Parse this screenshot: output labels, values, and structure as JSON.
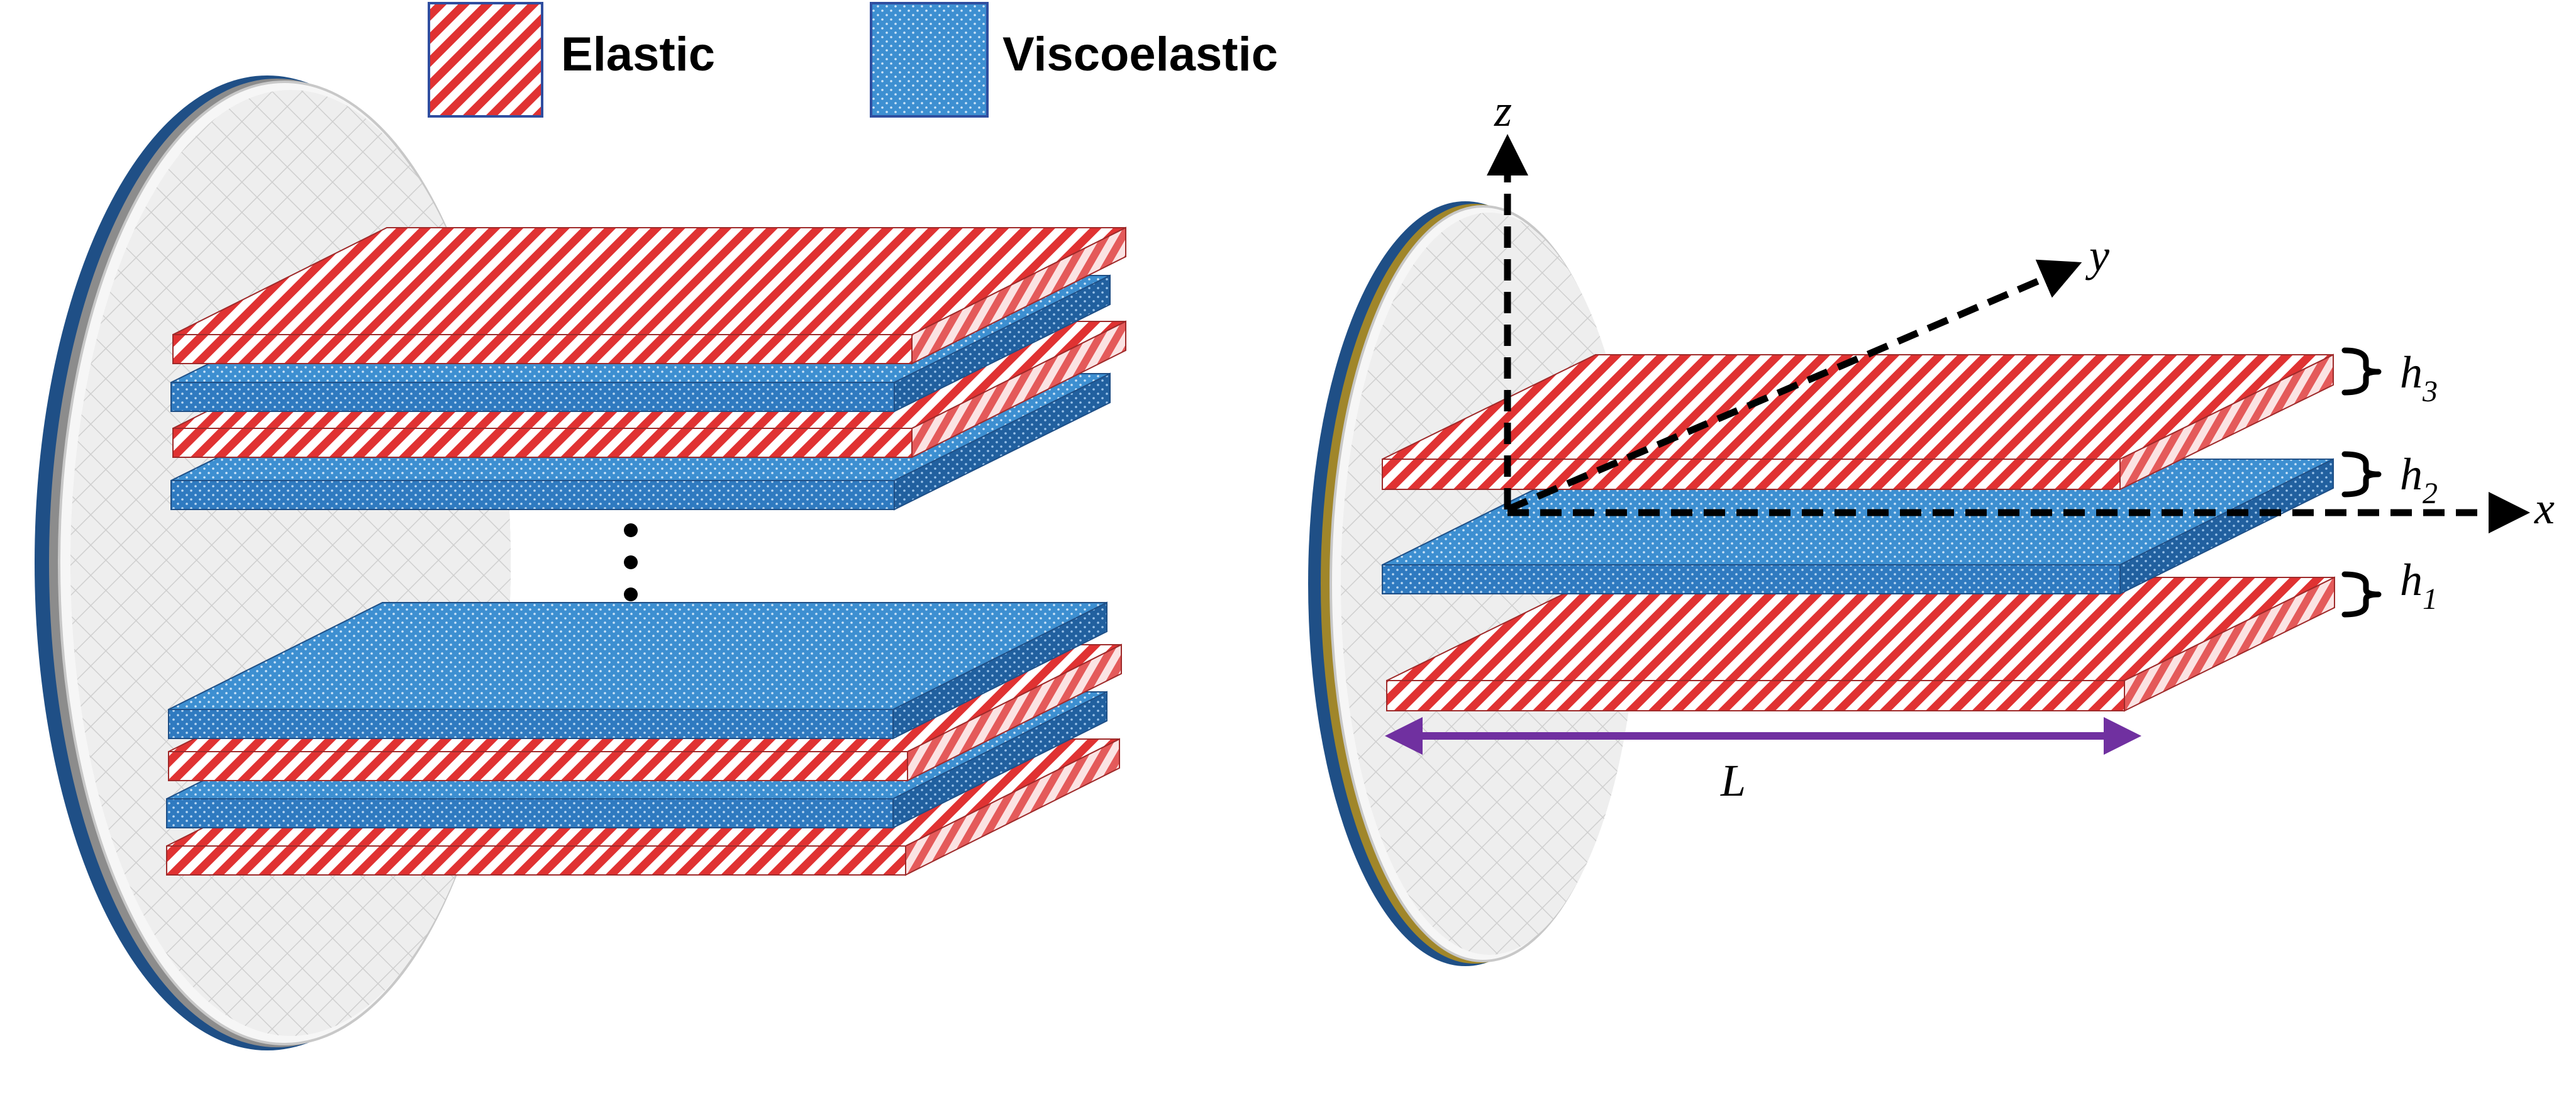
{
  "legend": {
    "elastic_label": "Elastic",
    "viscoelastic_label": "Viscoelastic"
  },
  "axes": {
    "z_label": "z",
    "y_label": "y",
    "x_label": "x"
  },
  "thickness_labels": [
    {
      "symbol": "h",
      "subscript": "3"
    },
    {
      "symbol": "h",
      "subscript": "2"
    },
    {
      "symbol": "h",
      "subscript": "1"
    }
  ],
  "length_label": "L",
  "colors": {
    "elastic_stripe": "#e03232",
    "elastic_base": "#ffffff",
    "viscoelastic_top": "#3d8fd1",
    "viscoelastic_front": "#2f7ac0",
    "viscoelastic_side": "#21609f",
    "wall": "#ececec",
    "length_arrow": "#7030a0"
  }
}
